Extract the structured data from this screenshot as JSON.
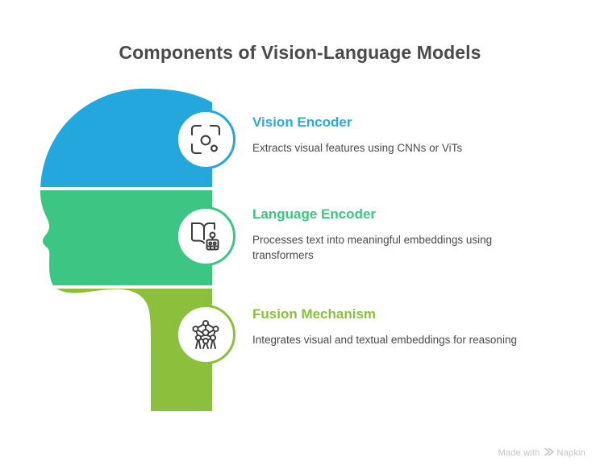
{
  "page": {
    "title": "Components of Vision-Language Models",
    "background_color": "#ffffff",
    "title_color": "#4a4a4a"
  },
  "head_graphic": {
    "name": "human-head-silhouette",
    "orientation": "facing-left",
    "bands": [
      {
        "id": "vision",
        "color": "#23a7dc",
        "label": "top-band"
      },
      {
        "id": "language",
        "color": "#3dc584",
        "label": "middle-band"
      },
      {
        "id": "fusion",
        "color": "#8cc03c",
        "label": "bottom-band"
      }
    ]
  },
  "components": [
    {
      "id": "vision",
      "icon": "object-detection-focus-icon",
      "title": "Vision Encoder",
      "description": "Extracts visual features using CNNs or ViTs",
      "accent_color": "#29abe2",
      "ring_color": "#23a7dc"
    },
    {
      "id": "language",
      "icon": "book-robot-icon",
      "title": "Language Encoder",
      "description": "Processes text into meaningful embeddings using transformers",
      "accent_color": "#3dc584",
      "ring_color": "#3dc584"
    },
    {
      "id": "fusion",
      "icon": "network-nodes-icon",
      "title": "Fusion Mechanism",
      "description": "Integrates visual and textual embeddings for reasoning",
      "accent_color": "#8cc03c",
      "ring_color": "#8cc03c"
    }
  ],
  "watermark": {
    "prefix": "Made with",
    "logo": "napkin-chevron-logo",
    "brand": "Napkin",
    "color": "#c4c4c4"
  }
}
